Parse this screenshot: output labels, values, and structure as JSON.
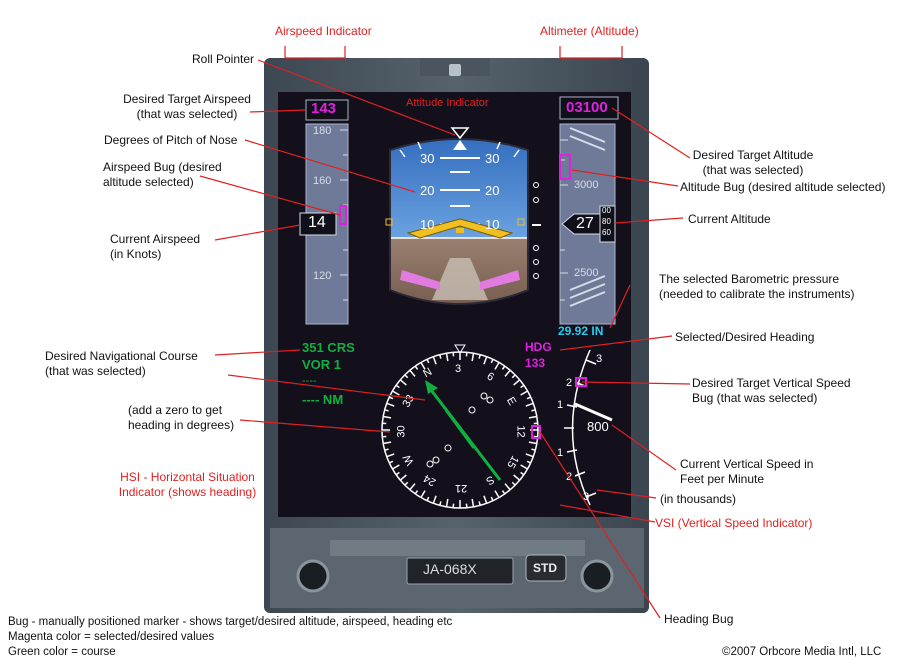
{
  "labels": {
    "airspeed_indicator": "Airspeed Indicator",
    "altimeter": "Altimeter (Altitude)",
    "roll_pointer": "Roll Pointer",
    "desired_target_airspeed": [
      "Desired Target Airspeed",
      "(that was selected)"
    ],
    "degrees_of_pitch": "Degrees of Pitch of Nose",
    "airspeed_bug": [
      "Airspeed Bug (desired",
      "altitude selected)"
    ],
    "current_airspeed": [
      "Current Airspeed",
      "(in Knots)"
    ],
    "desired_nav_course": [
      "Desired Navigational Course",
      "(that was selected)"
    ],
    "add_zero": [
      "(add a zero to get",
      "heading in degrees)"
    ],
    "hsi": [
      "HSI - Horizontal Situation",
      "Indicator (shows heading)"
    ],
    "desired_target_altitude": [
      "Desired Target Altitude",
      "(that was selected)"
    ],
    "altitude_bug": "Altitude Bug (desired altitude selected)",
    "current_altitude": "Current Altitude",
    "barometric": [
      "The selected Barometric pressure",
      "(needed to calibrate the instruments)"
    ],
    "selected_heading": "Selected/Desired Heading",
    "desired_vs_bug": [
      "Desired Target Vertical Speed",
      "Bug (that was selected)"
    ],
    "current_vs": [
      "Current Vertical Speed in",
      "Feet per Minute"
    ],
    "in_thousands": "(in thousands)",
    "vsi": "VSI (Vertical Speed Indicator)",
    "heading_bug": "Heading Bug"
  },
  "display": {
    "attitude_title": "Attitude Indicator",
    "target_airspeed": "143",
    "target_altitude": "03100",
    "airspeed_ticks": [
      "180",
      "160",
      "120"
    ],
    "current_airspeed": "14",
    "altitude_ticks": [
      "3000",
      "2500"
    ],
    "current_altitude": "27",
    "altitude_rolls": [
      "00",
      "80",
      "60"
    ],
    "pitch_labels": [
      "30",
      "20",
      "10"
    ],
    "baro": "29.92 IN",
    "course": "351 CRS",
    "nav_source": "VOR 1",
    "dist_dashes": "----",
    "nm": "---- NM",
    "hdg_label": "HDG",
    "hdg_value": "133",
    "compass_labels": [
      "N",
      "3",
      "6",
      "E",
      "12",
      "15",
      "S",
      "21",
      "24",
      "W",
      "30",
      "33"
    ],
    "vs_scale": [
      "3",
      "2",
      "1",
      "1",
      "2",
      "3"
    ],
    "vs_value": "800",
    "tail_number": "JA-068X",
    "std_button": "STD"
  },
  "footer": {
    "lines": [
      "Bug - manually positioned marker - shows target/desired altitude, airspeed, heading etc",
      "Magenta color = selected/desired values",
      "Green color = course"
    ],
    "copyright": "©2007 Orbcore Media Intl, LLC"
  },
  "colors": {
    "magenta": "#e020e0",
    "green": "#10b040",
    "cyan": "#20d0f0",
    "label_red": "#e02020"
  }
}
